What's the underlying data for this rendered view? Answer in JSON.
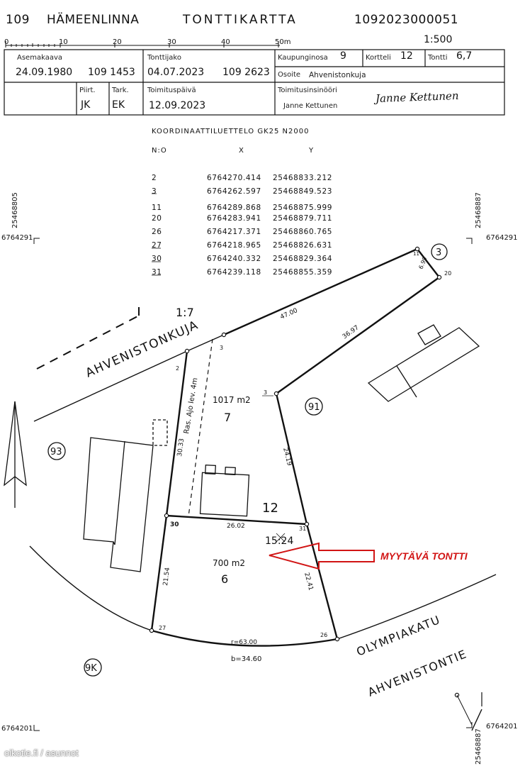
{
  "header": {
    "municipality_code": "109",
    "municipality": "HÄMEENLINNA",
    "doc_type": "TONTTIKARTTA",
    "property_id": "1092023000051",
    "scale": "1:500"
  },
  "ruler": {
    "labels": [
      "0",
      "10",
      "20",
      "30",
      "40",
      "50m"
    ]
  },
  "info_table": {
    "asemakaava_label": "Asemakaava",
    "asemakaava_date": "24.09.1980",
    "asemakaava_no": "109 1453",
    "tonttijako_label": "Tonttijako",
    "tonttijako_date": "04.07.2023",
    "tonttijako_no": "109 2623",
    "kaupunginosa_label": "Kaupunginosa",
    "kaupunginosa": "9",
    "kortteli_label": "Kortteli",
    "kortteli": "12",
    "tontti_label": "Tontti",
    "tontti": "6,7",
    "osoite_label": "Osoite",
    "osoite": "Ahvenistonkuja",
    "piirt_label": "Piirt.",
    "piirt": "JK",
    "tark_label": "Tark.",
    "tark": "EK",
    "toimituspaiva_label": "Toimituspäivä",
    "toimituspaiva": "12.09.2023",
    "toimitusinsinoori_label": "Toimitusinsinööri",
    "toimitusinsinoori": "Janne Kettunen",
    "signature": "Janne Kettunen"
  },
  "coordinate_list": {
    "title": "KOORDINAATTILUETTELO GK25 N2000",
    "col_no": "N:O",
    "col_x": "X",
    "col_y": "Y",
    "rows": [
      {
        "no": "2",
        "x": "6764270.414",
        "y": "25468833.212"
      },
      {
        "no": "3",
        "x": "6764262.597",
        "y": "25468849.523"
      },
      {
        "no": "11",
        "x": "6764289.868",
        "y": "25468875.999"
      },
      {
        "no": "20",
        "x": "6764283.941",
        "y": "25468879.711"
      },
      {
        "no": "26",
        "x": "6764217.371",
        "y": "25468860.765"
      },
      {
        "no": "27",
        "x": "6764218.965",
        "y": "25468826.631"
      },
      {
        "no": "30",
        "x": "6764240.332",
        "y": "25468829.364"
      },
      {
        "no": "31",
        "x": "6764239.118",
        "y": "25468855.359"
      }
    ]
  },
  "grid": {
    "y_left": "25468805",
    "y_right": "25468887",
    "x_top_left": "6764291",
    "x_top_right": "6764291",
    "x_bottom_left": "6764201",
    "x_bottom_right": "6764201"
  },
  "map": {
    "street_ahvenistonkuja": "AHVENISTONKUJA",
    "street_olympiakatu": "OLYMPIAKATU",
    "street_ahvenistontie": "AHVENISTONTIE",
    "plan_ref": "1:7",
    "block_number": "12",
    "neighbor_91": "91",
    "neighbor_93": "93",
    "neighbor_9k": "9K",
    "neighbor_3": "3",
    "lot7_area": "1017 m2",
    "lot7_number": "7",
    "lot6_area": "700 m2",
    "lot6_number": "6",
    "lot6_ref": "15:24",
    "servitude": "Ras. Ajo lev. 4m",
    "dim_47": "47.00",
    "dim_3697": "36.97",
    "dim_699": "6.99",
    "dim_3033": "30.33",
    "dim_2419": "24.19",
    "dim_2602": "26.02",
    "dim_2154": "21.54",
    "dim_2241": "22.41",
    "arc_r": "r=63.00",
    "arc_b": "b=34.60",
    "points": {
      "p2": "2",
      "p3": "3",
      "p3b": "3",
      "p11": "11",
      "p20": "20",
      "p26": "26",
      "p27": "27",
      "p30": "30",
      "p31": "31"
    },
    "sale_label": "MYYTÄVÄ TONTTI",
    "sale_color": "#d11414"
  },
  "watermark": "oikotie.fi / asunnot"
}
